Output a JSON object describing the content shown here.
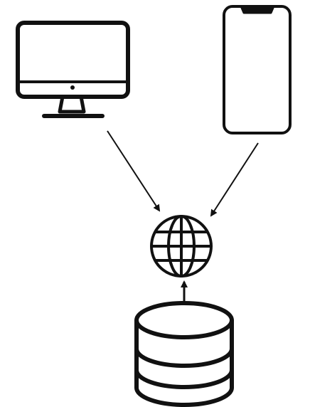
{
  "diagram": {
    "nodes": [
      {
        "id": "desktop",
        "icon": "desktop-monitor-icon"
      },
      {
        "id": "phone",
        "icon": "smartphone-icon"
      },
      {
        "id": "internet",
        "icon": "globe-icon"
      },
      {
        "id": "database",
        "icon": "database-icon"
      }
    ],
    "edges": [
      {
        "from": "desktop",
        "to": "internet"
      },
      {
        "from": "phone",
        "to": "internet"
      },
      {
        "from": "database",
        "to": "internet"
      }
    ],
    "colors": {
      "stroke": "#111111",
      "background": "#ffffff"
    }
  }
}
